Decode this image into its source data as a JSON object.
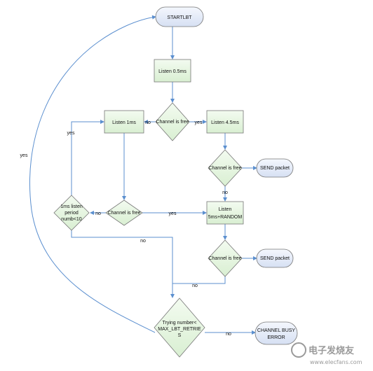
{
  "diagram": {
    "nodes": {
      "start": "STARTLBT",
      "listen_05": "Listen 0.5ms",
      "channel_free_1": "Channel is free",
      "listen_1": "Listen 1ms",
      "listen_45": "Listen 4.5ms",
      "channel_free_2": "Channel is free",
      "send_1": "SEND packet",
      "period_l1": "1ms listen",
      "period_l2": "period",
      "period_l3": "numb<10",
      "channel_free_3": "Channel is free",
      "listen_rand_l1": "Listen",
      "listen_rand_l2": "5ms+RANDOM",
      "channel_free_4": "Channel is free",
      "send_2": "SEND packet",
      "trying_l1": "Trying number<",
      "trying_l2": "MAX_LBT_RETRIE",
      "trying_l3": "S",
      "busy_l1": "CHANNEL BUSY",
      "busy_l2": "ERROR"
    },
    "edges": {
      "cf1_no": "no",
      "cf1_yes": "yes",
      "period_yes": "yes",
      "cf2_no": "no",
      "cf3_no": "no",
      "cf3_yes": "yes",
      "period_no": "no",
      "cf4_no": "no",
      "trying_yes": "yes",
      "trying_no": "no"
    }
  },
  "watermark": {
    "text": "电子发烧友",
    "url": "www.elecfans.com"
  },
  "colors": {
    "box_fill": "#e8f6e4",
    "box_stroke": "#777777",
    "terminal_fill": "#e6ecf8",
    "arrow": "#5b8fcf"
  }
}
